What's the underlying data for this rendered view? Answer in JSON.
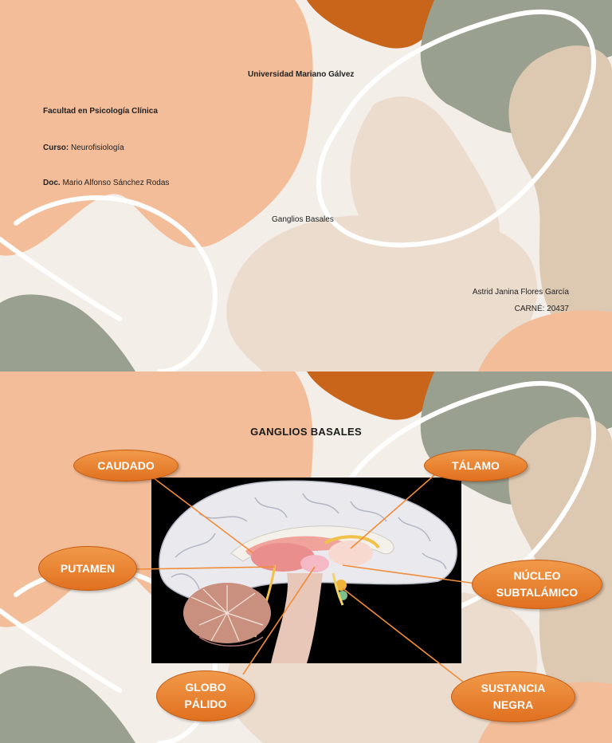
{
  "cover": {
    "university": "Universidad Mariano Gálvez",
    "faculty": "Facultad en Psicología Clínica",
    "course_label": "Curso:",
    "course_value": "Neurofisiología",
    "teacher_label": "Doc.",
    "teacher_value": "Mario Alfonso Sánchez Rodas",
    "topic": "Ganglios Basales",
    "student": "Astrid Janina Flores García",
    "carne": "CARNÉ: 20437"
  },
  "diagram": {
    "title": "GANGLIOS BASALES",
    "labels": {
      "caudado": "CAUDADO",
      "talamo": "TÁLAMO",
      "putamen": "PUTAMEN",
      "nucleo_line1": "NÚCLEO",
      "nucleo_line2": "SUBTALÁMICO",
      "globo_line1": "GLOBO",
      "globo_line2": "PÁLIDO",
      "sustancia_line1": "SUSTANCIA",
      "sustancia_line2": "NEGRA"
    }
  },
  "colors": {
    "peach": "#f3bd99",
    "rust": "#c8651a",
    "sage": "#9aa08f",
    "sand": "#ddc8b2",
    "callout": "#e67e2a"
  }
}
